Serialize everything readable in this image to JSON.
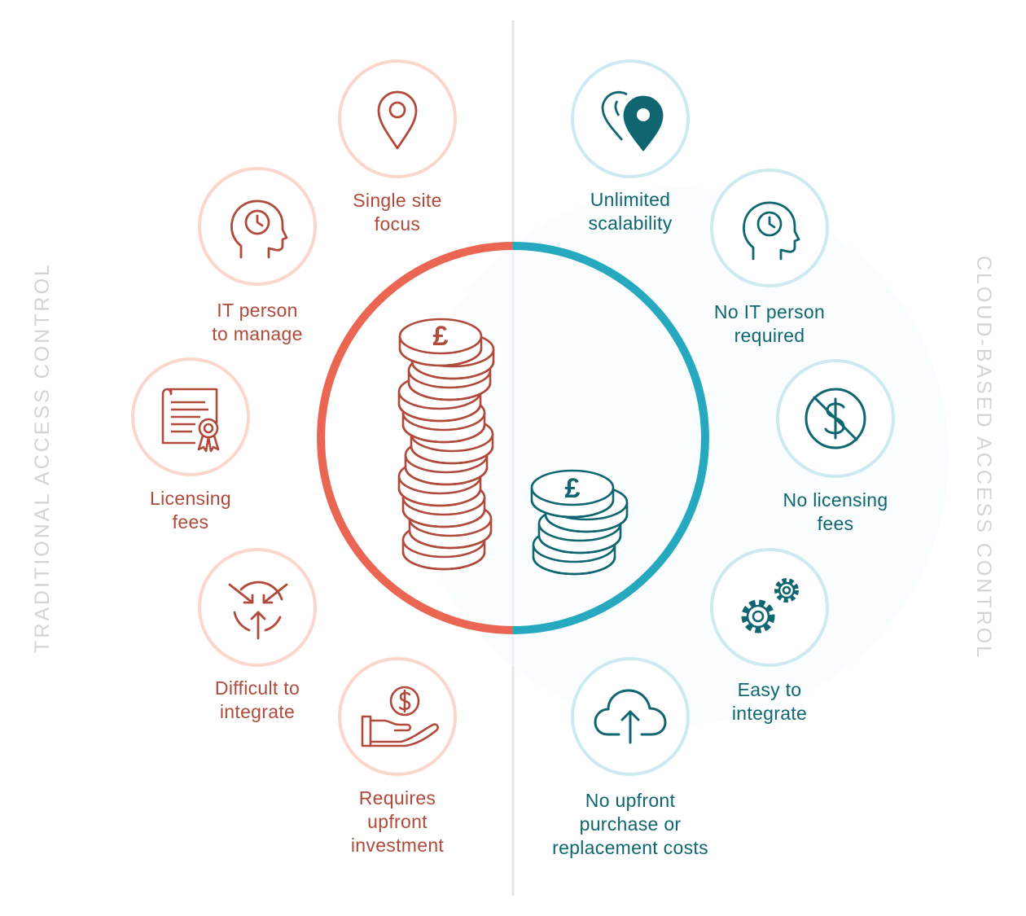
{
  "left_side": {
    "title": "TRADITIONAL ACCESS CONTROL",
    "color": "#b04a3a",
    "ring_color": "#fbd6cc",
    "items": [
      {
        "icon": "map-pin-icon",
        "line1": "Single site",
        "line2": "focus",
        "line3": ""
      },
      {
        "icon": "head-clock-icon",
        "line1": "IT person",
        "line2": "to manage",
        "line3": ""
      },
      {
        "icon": "certificate-icon",
        "line1": "Licensing",
        "line2": "fees",
        "line3": ""
      },
      {
        "icon": "converging-arrows-icon",
        "line1": "Difficult to",
        "line2": "integrate",
        "line3": ""
      },
      {
        "icon": "hand-coin-icon",
        "line1": "Requires",
        "line2": "upfront",
        "line3": "investment"
      }
    ]
  },
  "right_side": {
    "title": "CLOUD-BASED ACCESS CONTROL",
    "color": "#0f6670",
    "ring_color": "#cdeaf0",
    "items": [
      {
        "icon": "multi-pin-icon",
        "line1": "Unlimited",
        "line2": "scalability",
        "line3": ""
      },
      {
        "icon": "head-clock-icon",
        "line1": "No IT person",
        "line2": "required",
        "line3": ""
      },
      {
        "icon": "no-dollar-icon",
        "line1": "No licensing",
        "line2": "fees",
        "line3": ""
      },
      {
        "icon": "gears-icon",
        "line1": "Easy to",
        "line2": "integrate",
        "line3": ""
      },
      {
        "icon": "cloud-upload-icon",
        "line1": "No upfront",
        "line2": "purchase or",
        "line3": "replacement costs"
      }
    ]
  },
  "center": {
    "left_arc_color": "#ea6652",
    "right_arc_color": "#26a8bf",
    "coin_symbol": "£",
    "left_stack_icon": "tall-coin-stack-icon",
    "right_stack_icon": "short-coin-stack-icon"
  }
}
